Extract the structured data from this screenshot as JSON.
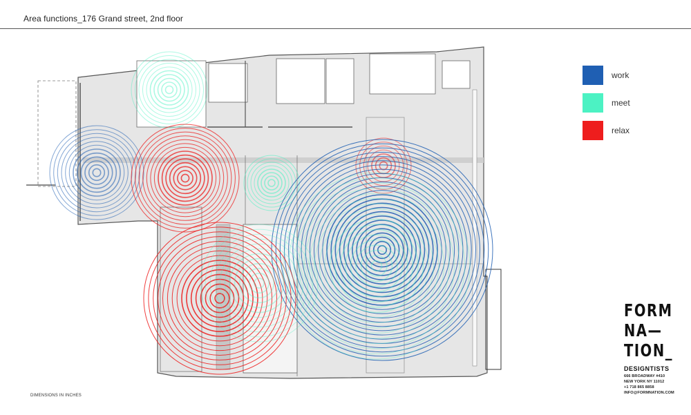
{
  "header": {
    "title": "Area functions_176 Grand street, 2nd floor"
  },
  "legend": {
    "items": [
      {
        "label": "work",
        "color": "#1f5fb3"
      },
      {
        "label": "meet",
        "color": "#4cf2c3"
      },
      {
        "label": "relax",
        "color": "#ee1d1d"
      }
    ]
  },
  "zones": [
    {
      "label": "work",
      "color": "#1f5fb3",
      "rings": 12
    },
    {
      "label": "meet",
      "color": "#4cf2c3",
      "rings": 10
    },
    {
      "label": "relax",
      "color": "#ee1d1d",
      "rings": 14
    },
    {
      "label": "meet",
      "color": "#4cf2c3",
      "rings": 8
    },
    {
      "label": "relax",
      "color": "#ee1d1d",
      "rings": 7
    },
    {
      "label": "work",
      "color": "#1f5fb3",
      "rings": 26
    },
    {
      "label": "meet",
      "color": "#4cf2c3",
      "rings": 18
    },
    {
      "label": "relax",
      "color": "#ee1d1d",
      "rings": 16
    },
    {
      "label": "meet",
      "color": "#4cf2c3",
      "rings": 12
    }
  ],
  "brand": {
    "logo_lines": [
      "FORM",
      "NA—",
      "TION_"
    ],
    "name": "DESIGNTISTS",
    "address": [
      "666 BROADWAY #410",
      "NEW YORK NY 11012",
      "+1 718 865 8858",
      "INFO@FORMNATION.COM"
    ]
  },
  "footer": {
    "note": "DIMENSIONS IN INCHES"
  }
}
